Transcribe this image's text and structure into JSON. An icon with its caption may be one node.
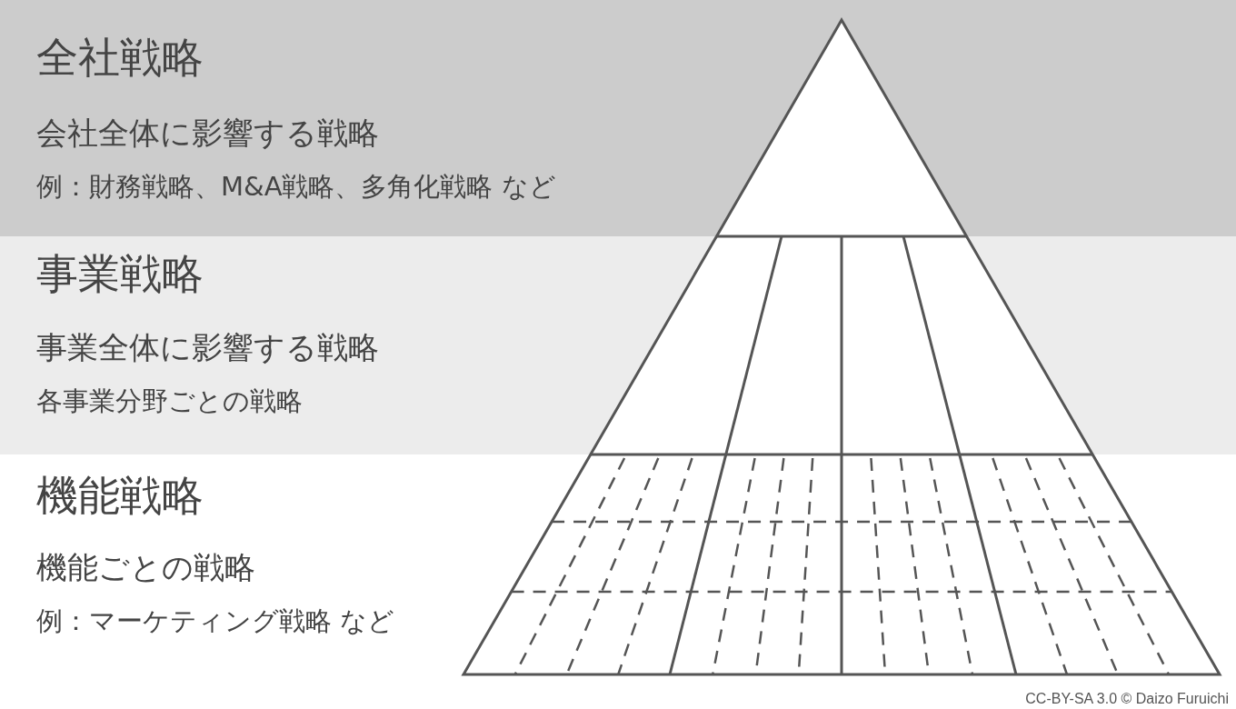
{
  "diagram": {
    "nodes": [
      {
        "text": [
          "全社戦略",
          "会社全体に影響する戦略",
          "例：財務戦略、M&A戦略、多角化戦略 など"
        ]
      },
      {
        "text": [
          "事業戦略",
          "事業全体に影響する戦略",
          "各事業分野ごとの戦略"
        ]
      },
      {
        "text": [
          "機能戦略",
          "機能ごとの戦略",
          "例：マーケティング戦略 など"
        ]
      }
    ],
    "edges": [],
    "labels": [
      "CC-BY-SA 3.0 © Daizo Furuichi"
    ]
  }
}
